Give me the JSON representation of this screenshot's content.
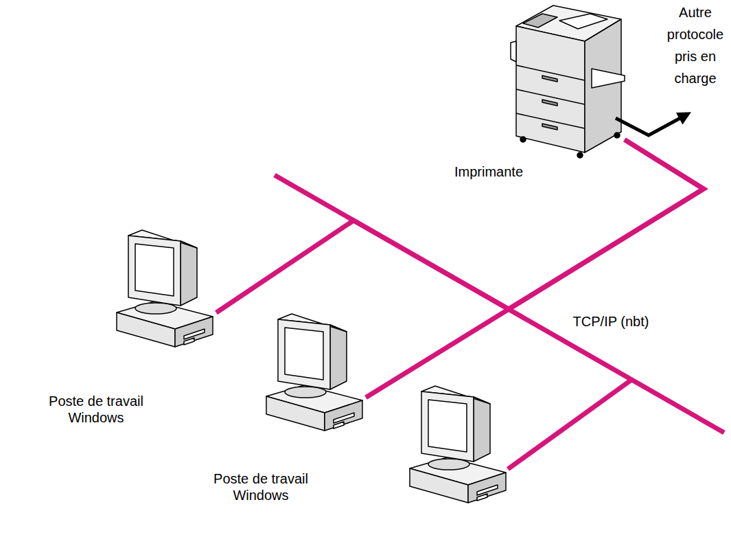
{
  "diagram": {
    "nodes": [
      {
        "text": [
          "Imprimante"
        ]
      },
      {
        "text": [
          "Poste de travail Windows"
        ]
      },
      {
        "text": [
          "Poste de travail Windows"
        ]
      }
    ],
    "edges": [
      {
        "from": 1,
        "to": 0,
        "arrow": "none"
      },
      {
        "from": 2,
        "to": 0,
        "arrow": "none"
      }
    ],
    "labels": [
      "Autre protocole pris en charge",
      "TCP/IP (nbt)"
    ]
  }
}
